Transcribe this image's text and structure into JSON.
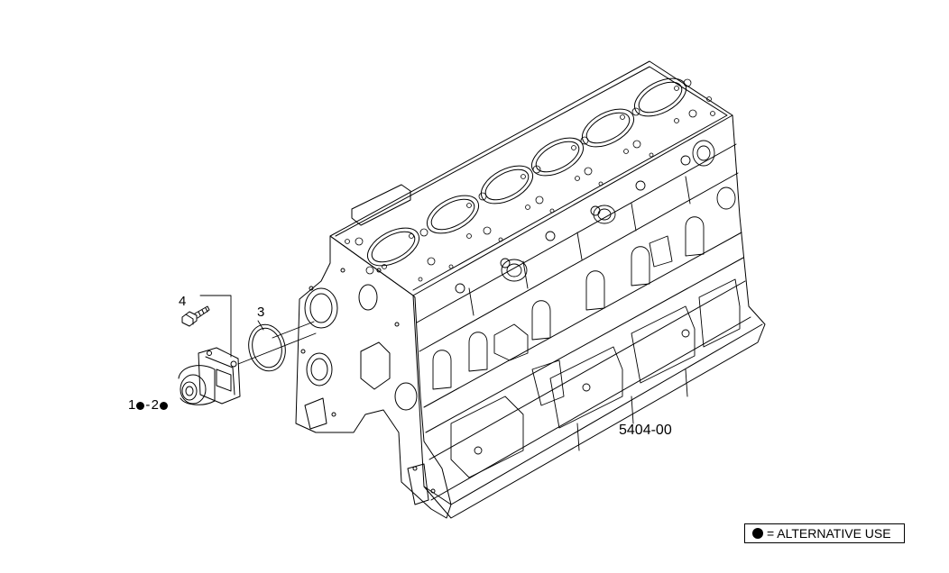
{
  "diagram": {
    "part_code": "5404-00",
    "callouts": {
      "item_4": "4",
      "item_3": "3",
      "item_1": "1",
      "item_2": "2",
      "item_sep": "-"
    },
    "legend": {
      "text": "= ALTERNATIVE USE",
      "symbol": "filled-circle"
    }
  }
}
